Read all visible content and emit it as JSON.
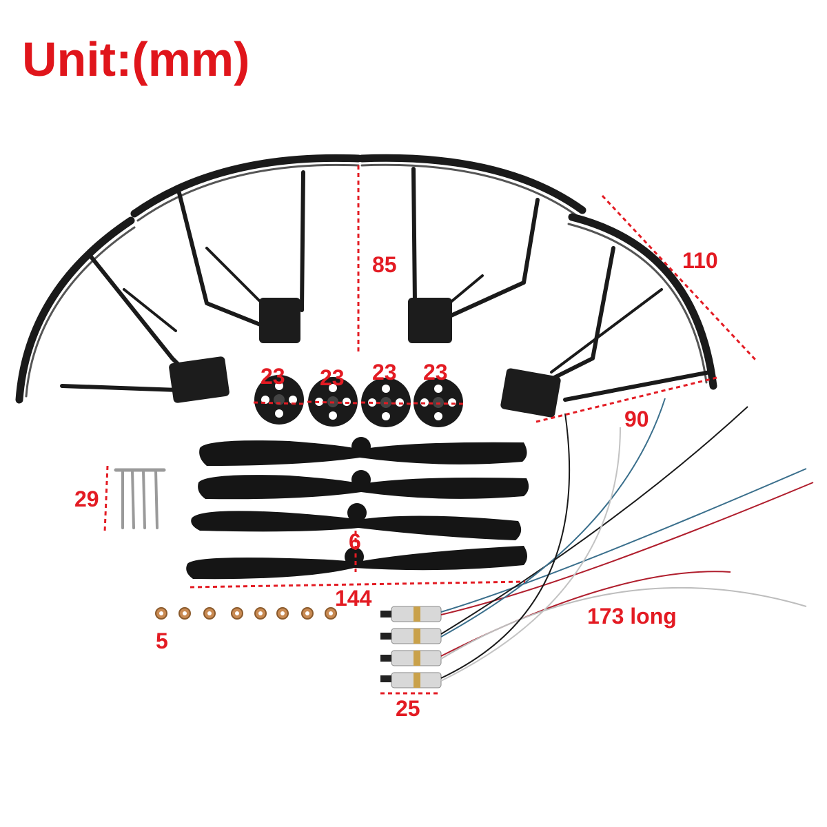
{
  "title": "Unit:(mm)",
  "accent_color": "#e31b23",
  "parts": [
    {
      "name": "propeller guard",
      "count": 4,
      "icon": "guard-ring"
    },
    {
      "name": "gear",
      "count": 4,
      "icon": "gear"
    },
    {
      "name": "propeller",
      "count": 4,
      "icon": "propeller"
    },
    {
      "name": "pin",
      "count": 4,
      "icon": "pin"
    },
    {
      "name": "bearing",
      "count": 8,
      "icon": "bearing"
    },
    {
      "name": "motor",
      "count": 4,
      "icon": "motor"
    }
  ],
  "dimensions": {
    "guard_height": "85",
    "guard_diagonal": "110",
    "guard_width": "90",
    "gear_1": "23",
    "gear_2": "23",
    "gear_3": "23",
    "gear_4": "23",
    "pin_length": "29",
    "prop_hub": "6",
    "prop_length": "144",
    "bearing": "5",
    "motor_wire": "173 long",
    "motor_length": "25"
  }
}
